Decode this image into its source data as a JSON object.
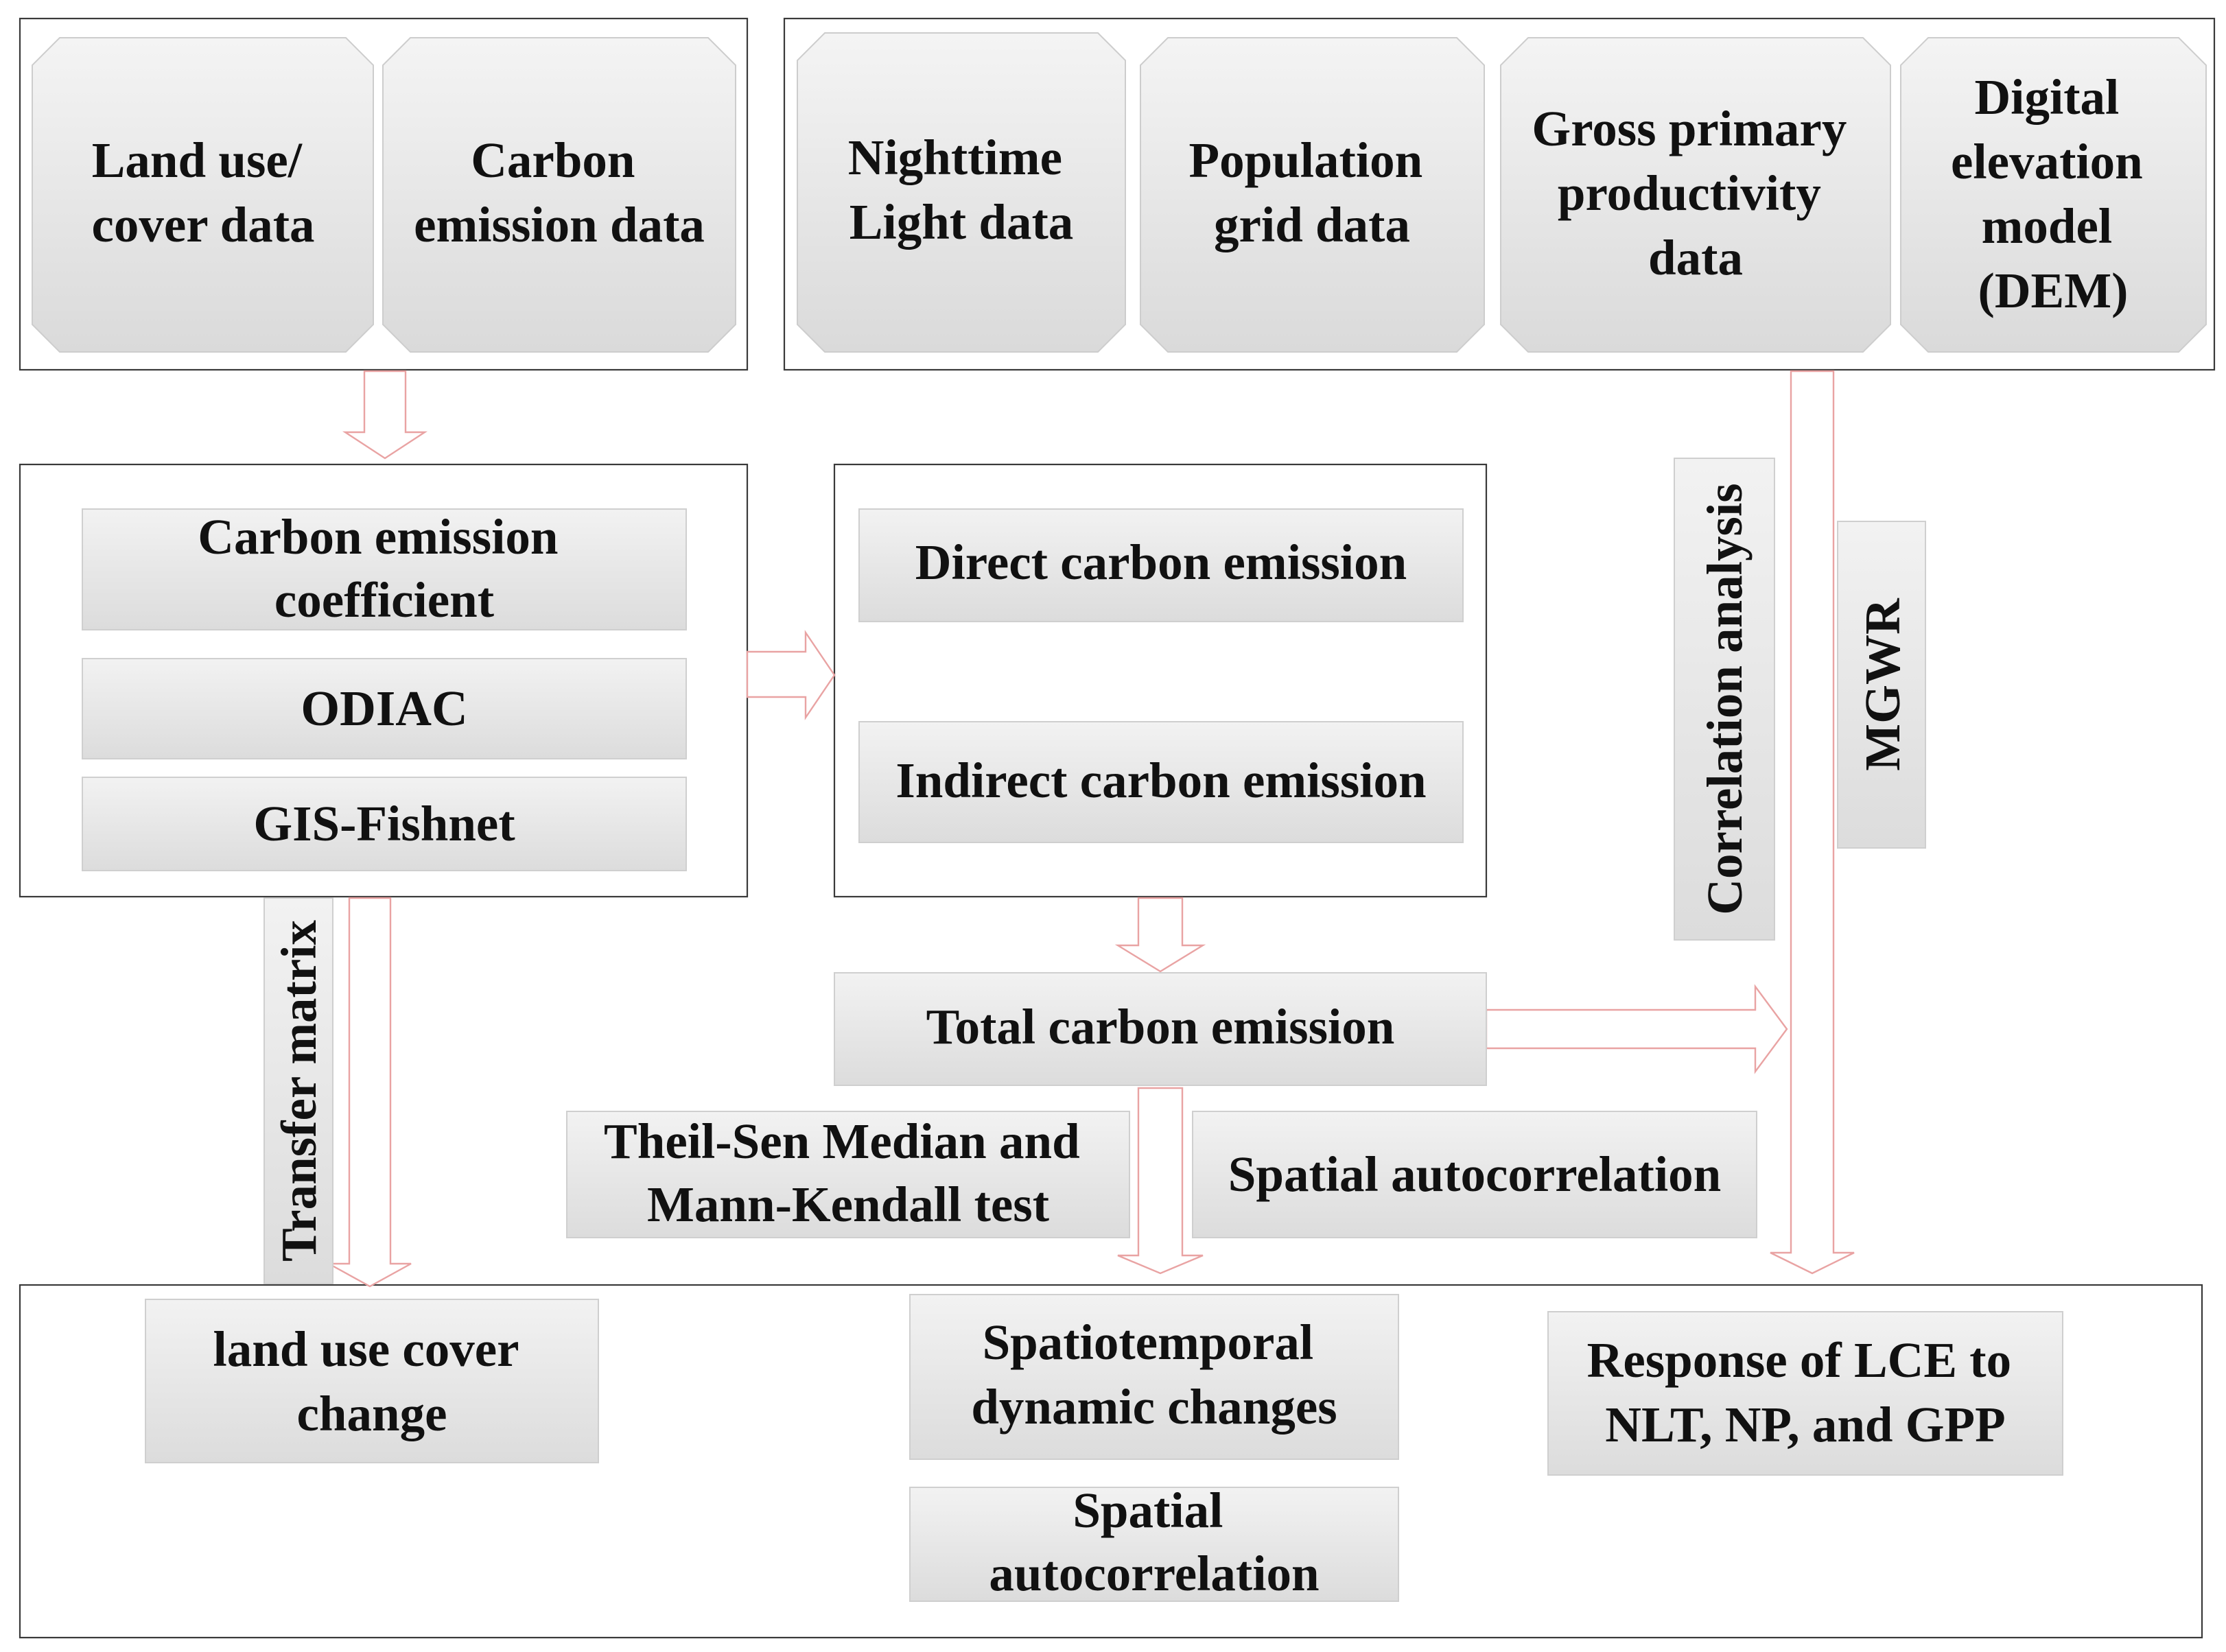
{
  "top_left_sources": {
    "land_use": [
      "Land use/",
      "cover data"
    ],
    "carbon_emission": [
      "Carbon",
      "emission data"
    ]
  },
  "top_right_sources": {
    "nighttime_light": [
      "Nighttime",
      "Light data"
    ],
    "population": [
      "Population",
      "grid data"
    ],
    "gpp": [
      "Gross primary",
      "productivity",
      "data"
    ],
    "dem": [
      "Digital",
      "elevation",
      "model",
      "(DEM)"
    ]
  },
  "methods": {
    "coefficient": [
      "Carbon emission",
      "coefficient"
    ],
    "odiac": "ODIAC",
    "fishnet": "GIS-Fishnet"
  },
  "emissions": {
    "direct": "Direct carbon emission",
    "indirect": "Indirect carbon emission",
    "total": "Total carbon emission"
  },
  "analyses": {
    "correlation": "Correlation analysis",
    "mgwr": "MGWR",
    "transfer_matrix": "Transfer matrix",
    "theil_sen": [
      "Theil-Sen Median and",
      "Mann-Kendall test"
    ],
    "spatial_autocorrelation": "Spatial autocorrelation"
  },
  "results": {
    "land_use_change": [
      "land use cover",
      "change"
    ],
    "spatiotemporal": [
      "Spatiotemporal",
      "dynamic changes"
    ],
    "spatial_autocorrelation": [
      "Spatial",
      "autocorrelation"
    ],
    "response": [
      "Response of LCE to",
      "NLT, NP, and GPP"
    ]
  }
}
